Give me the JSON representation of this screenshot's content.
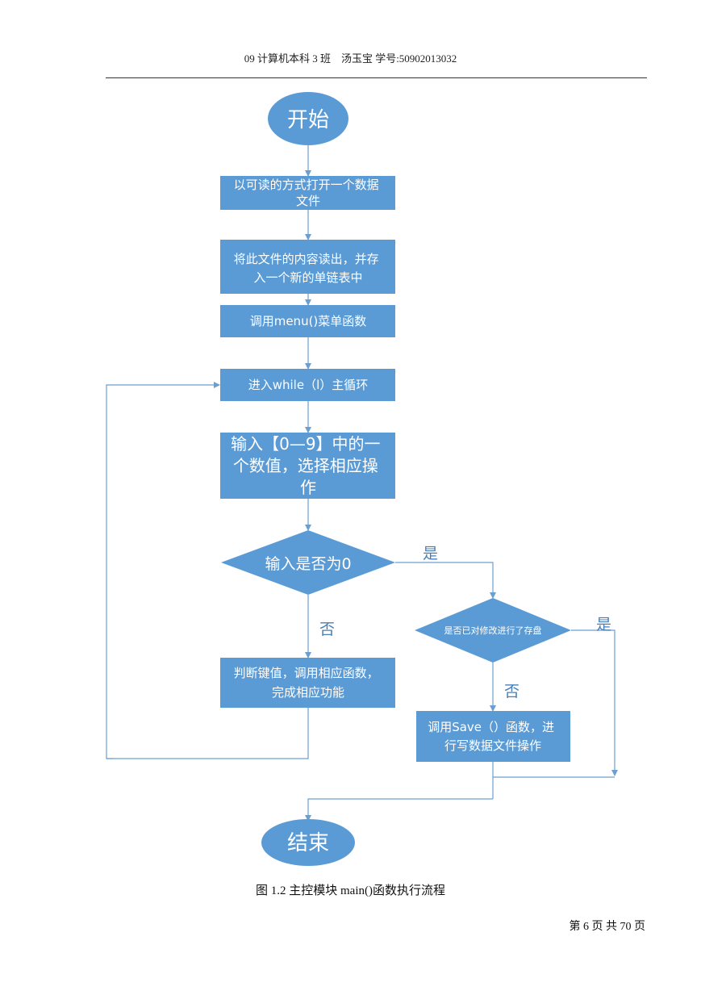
{
  "header": {
    "text": "09 计算机本科 3 班　汤玉宝  学号:50902013032"
  },
  "nodes": {
    "start": "开始",
    "open_file": [
      "以可读的方式打开一个数据",
      "文件"
    ],
    "read_store": [
      "将此文件的内容读出，并存",
      "入一个新的单链表中"
    ],
    "call_menu": "调用menu()菜单函数",
    "while_loop": "进入while（l）主循环",
    "input_choice": [
      "输入【0—9】中的一",
      "个数值，选择相应操",
      "作"
    ],
    "is_zero": "输入是否为0",
    "saved_check": "是否已对修改进行了存盘",
    "dispatch": [
      "判断键值，调用相应函数，",
      "完成相应功能"
    ],
    "call_save": [
      "调用Save（）函数，进",
      "行写数据文件操作"
    ],
    "end": "结束"
  },
  "labels": {
    "yes_zero": "是",
    "no_zero": "否",
    "yes_saved": "是",
    "no_saved": "否"
  },
  "colors": {
    "node_fill": "#5b9bd5",
    "arrow": "#6a9fd0"
  },
  "caption": "图 1.2  主控模块 main()函数执行流程",
  "footer": "第 6 页 共 70 页"
}
